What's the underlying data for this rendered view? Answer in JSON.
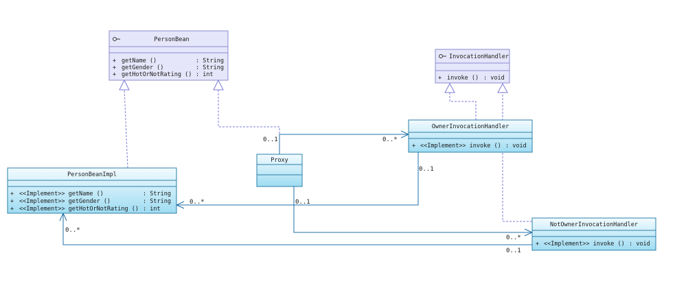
{
  "colors": {
    "interface_fill": "#e6e6fa",
    "interface_stroke": "#8a8ad0",
    "class_fill_top": "#f2fbff",
    "class_fill_bottom": "#9fdcf2",
    "class_stroke": "#2b7fa8",
    "realization_line": "#7a7ad8",
    "association_line": "#1f6fa8"
  },
  "interfaces": {
    "person_bean": {
      "name": "PersonBean",
      "methods": [
        {
          "vis": "+",
          "sig": "getName ()",
          "ret": ": String"
        },
        {
          "vis": "+",
          "sig": "getGender ()",
          "ret": ": String"
        },
        {
          "vis": "+",
          "sig": "getHotOrNotRating ()",
          "ret": ": int"
        }
      ]
    },
    "invocation_handler": {
      "name": "InvocationHandler",
      "methods": [
        {
          "vis": "+",
          "sig": "invoke ()",
          "ret": ": void"
        }
      ]
    }
  },
  "classes": {
    "person_bean_impl": {
      "name": "PersonBeanImpl",
      "methods": [
        {
          "vis": "+",
          "sig": "<<Implement>>  getName ()",
          "ret": ": String"
        },
        {
          "vis": "+",
          "sig": "<<Implement>>  getGender ()",
          "ret": ": String"
        },
        {
          "vis": "+",
          "sig": "<<Implement>>  getHotOrNotRating ()",
          "ret": ": int"
        }
      ]
    },
    "owner_invocation_handler": {
      "name": "OwnerInvocationHandler",
      "methods": [
        {
          "vis": "+",
          "sig": "<<Implement>>  invoke ()",
          "ret": ": void"
        }
      ]
    },
    "proxy": {
      "name": "Proxy",
      "methods": []
    },
    "non_owner_invocation_handler": {
      "name": "NotOwnerInvocationHandler",
      "methods": [
        {
          "vis": "+",
          "sig": "<<Implement>>  invoke ()",
          "ret": ": void"
        }
      ]
    }
  },
  "multiplicities": {
    "proxy_to_owner_source": "0..1",
    "proxy_to_owner_target": "0..*",
    "owner_to_impl_source": "0..1",
    "owner_to_impl_target": "0..*",
    "proxy_to_nonowner_source": "0..1",
    "proxy_to_nonowner_target": "0..*",
    "nonowner_to_impl_source": "0..1",
    "nonowner_to_impl_target": "0..*"
  }
}
